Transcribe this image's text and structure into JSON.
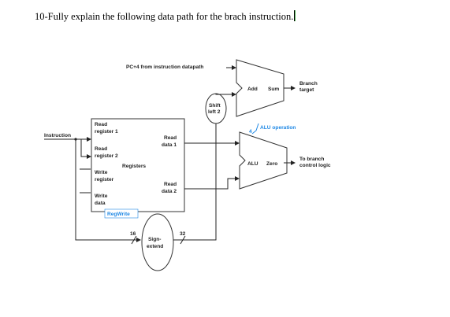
{
  "question": "10-Fully explain the following data path for the brach instruction.",
  "diagram": {
    "pc4": "PC+4 from instruction datapath",
    "add_label": "Add",
    "sum_label": "Sum",
    "branch_target": [
      "Branch",
      "target"
    ],
    "shift": [
      "Shift",
      "left 2"
    ],
    "alu_op_num": "4",
    "alu_operation": "ALU operation",
    "alu_label": "ALU",
    "zero_label": "Zero",
    "to_branch": [
      "To branch",
      "control logic"
    ],
    "instruction": "Instruction",
    "read_reg1": [
      "Read",
      "register 1"
    ],
    "read_reg2": [
      "Read",
      "register 2"
    ],
    "write_reg": [
      "Write",
      "register"
    ],
    "write_data": [
      "Write",
      "data"
    ],
    "registers": "Registers",
    "read_data1": [
      "Read",
      "data 1"
    ],
    "read_data2": [
      "Read",
      "data 2"
    ],
    "regwrite": "RegWrite",
    "bits_in": "16",
    "bits_out": "32",
    "sign_extend": [
      "Sign-",
      "extend"
    ]
  }
}
